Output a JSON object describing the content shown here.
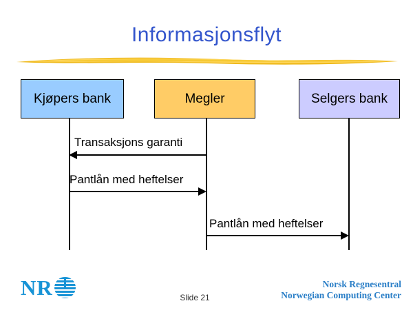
{
  "slide": {
    "title": "Informasjonsflyt",
    "number_label": "Slide 21"
  },
  "diagram": {
    "actors": [
      {
        "id": "buyer-bank",
        "label": "Kjøpers bank",
        "fill": "#99CCFF"
      },
      {
        "id": "broker",
        "label": "Megler",
        "fill": "#FFCC66"
      },
      {
        "id": "seller-bank",
        "label": "Selgers bank",
        "fill": "#CCCCFF"
      }
    ],
    "messages": [
      {
        "label": "Transaksjons garanti",
        "from": "Megler",
        "to": "Kjøpers bank",
        "direction": "left"
      },
      {
        "label": "Pantlån med heftelser",
        "from": "Kjøpers bank",
        "to": "Megler",
        "direction": "right"
      },
      {
        "label": "Pantlån med heftelser",
        "from": "Megler",
        "to": "Selgers bank",
        "direction": "right"
      }
    ]
  },
  "footer": {
    "logo_text": "NR",
    "org_name_norwegian": "Norsk Regnesentral",
    "org_name_english": "Norwegian Computing Center"
  },
  "colors": {
    "title_blue": "#3355CC",
    "buyer_box": "#99CCFF",
    "broker_box": "#FFCC66",
    "seller_box": "#CCCCFF",
    "divider_gold": "#EFBA1E",
    "logo_blue": "#1793D6",
    "footer_text_blue": "#2B7FC7"
  }
}
